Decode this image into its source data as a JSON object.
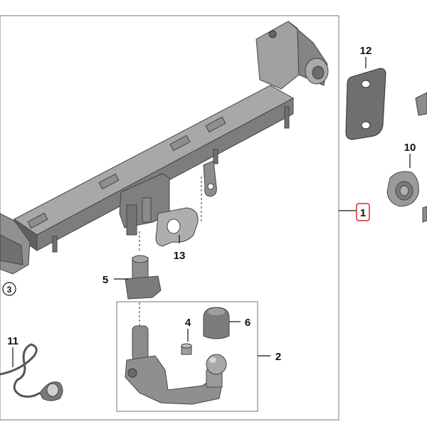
{
  "diagram": {
    "callouts": {
      "c1": "1",
      "c2": "2",
      "c3": "3",
      "c4": "4",
      "c5": "5",
      "c6": "6",
      "c10": "10",
      "c11": "11",
      "c12": "12",
      "c13": "13"
    },
    "colors": {
      "part_dark": "#6f7070",
      "part_mid": "#8d8e8e",
      "part_light": "#b3b4b4",
      "frame": "#888888",
      "highlight_box": "#d9262c"
    }
  }
}
